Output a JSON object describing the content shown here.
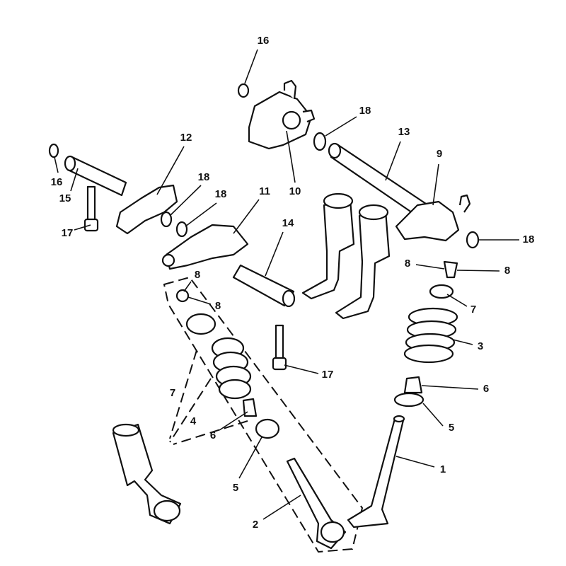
{
  "diagram": {
    "type": "exploded-parts-view",
    "callouts": [
      "16",
      "16",
      "18",
      "12",
      "13",
      "9",
      "10",
      "15",
      "18",
      "18",
      "11",
      "14",
      "17",
      "18",
      "8",
      "8",
      "8",
      "8",
      "7",
      "3",
      "17",
      "6",
      "7",
      "4",
      "5",
      "6",
      "1",
      "5",
      "2"
    ]
  }
}
